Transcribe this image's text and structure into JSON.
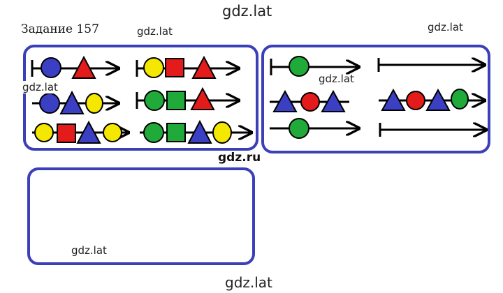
{
  "page_title": "Задание 157",
  "watermarks": {
    "top_center": "gdz.lat",
    "top_left": "gdz.lat",
    "top_right": "gdz.lat",
    "left_mid": "gdz.lat",
    "center_mid": "gdz.lat",
    "bottom_box": "gdz.lat",
    "bottom_center": "gdz.lat"
  },
  "brand_label": "gdz.ru",
  "colors": {
    "frame": "#3b3fb8",
    "blue": "#3b3fc4",
    "red": "#e31b1b",
    "yellow": "#f5e800",
    "green": "#1faa3a",
    "stroke": "#000000"
  },
  "panels": {
    "left_rows": [
      [
        "circle-blue",
        "triangle-red"
      ],
      [
        "circle-yellow",
        "square-red",
        "triangle-red"
      ],
      [
        "circle-blue",
        "triangle-blue",
        "circle-yellow"
      ],
      [
        "circle-green",
        "square-green",
        "triangle-red"
      ],
      [
        "circle-yellow",
        "square-red",
        "triangle-blue",
        "circle-yellow"
      ],
      [
        "circle-green",
        "square-green",
        "triangle-blue",
        "circle-yellow"
      ]
    ],
    "right_rows": [
      [
        "circle-green"
      ],
      [],
      [
        "triangle-blue",
        "circle-red",
        "triangle-blue"
      ],
      [
        "triangle-blue",
        "circle-red",
        "triangle-blue",
        "circle-green"
      ],
      [
        "circle-green"
      ],
      []
    ]
  }
}
